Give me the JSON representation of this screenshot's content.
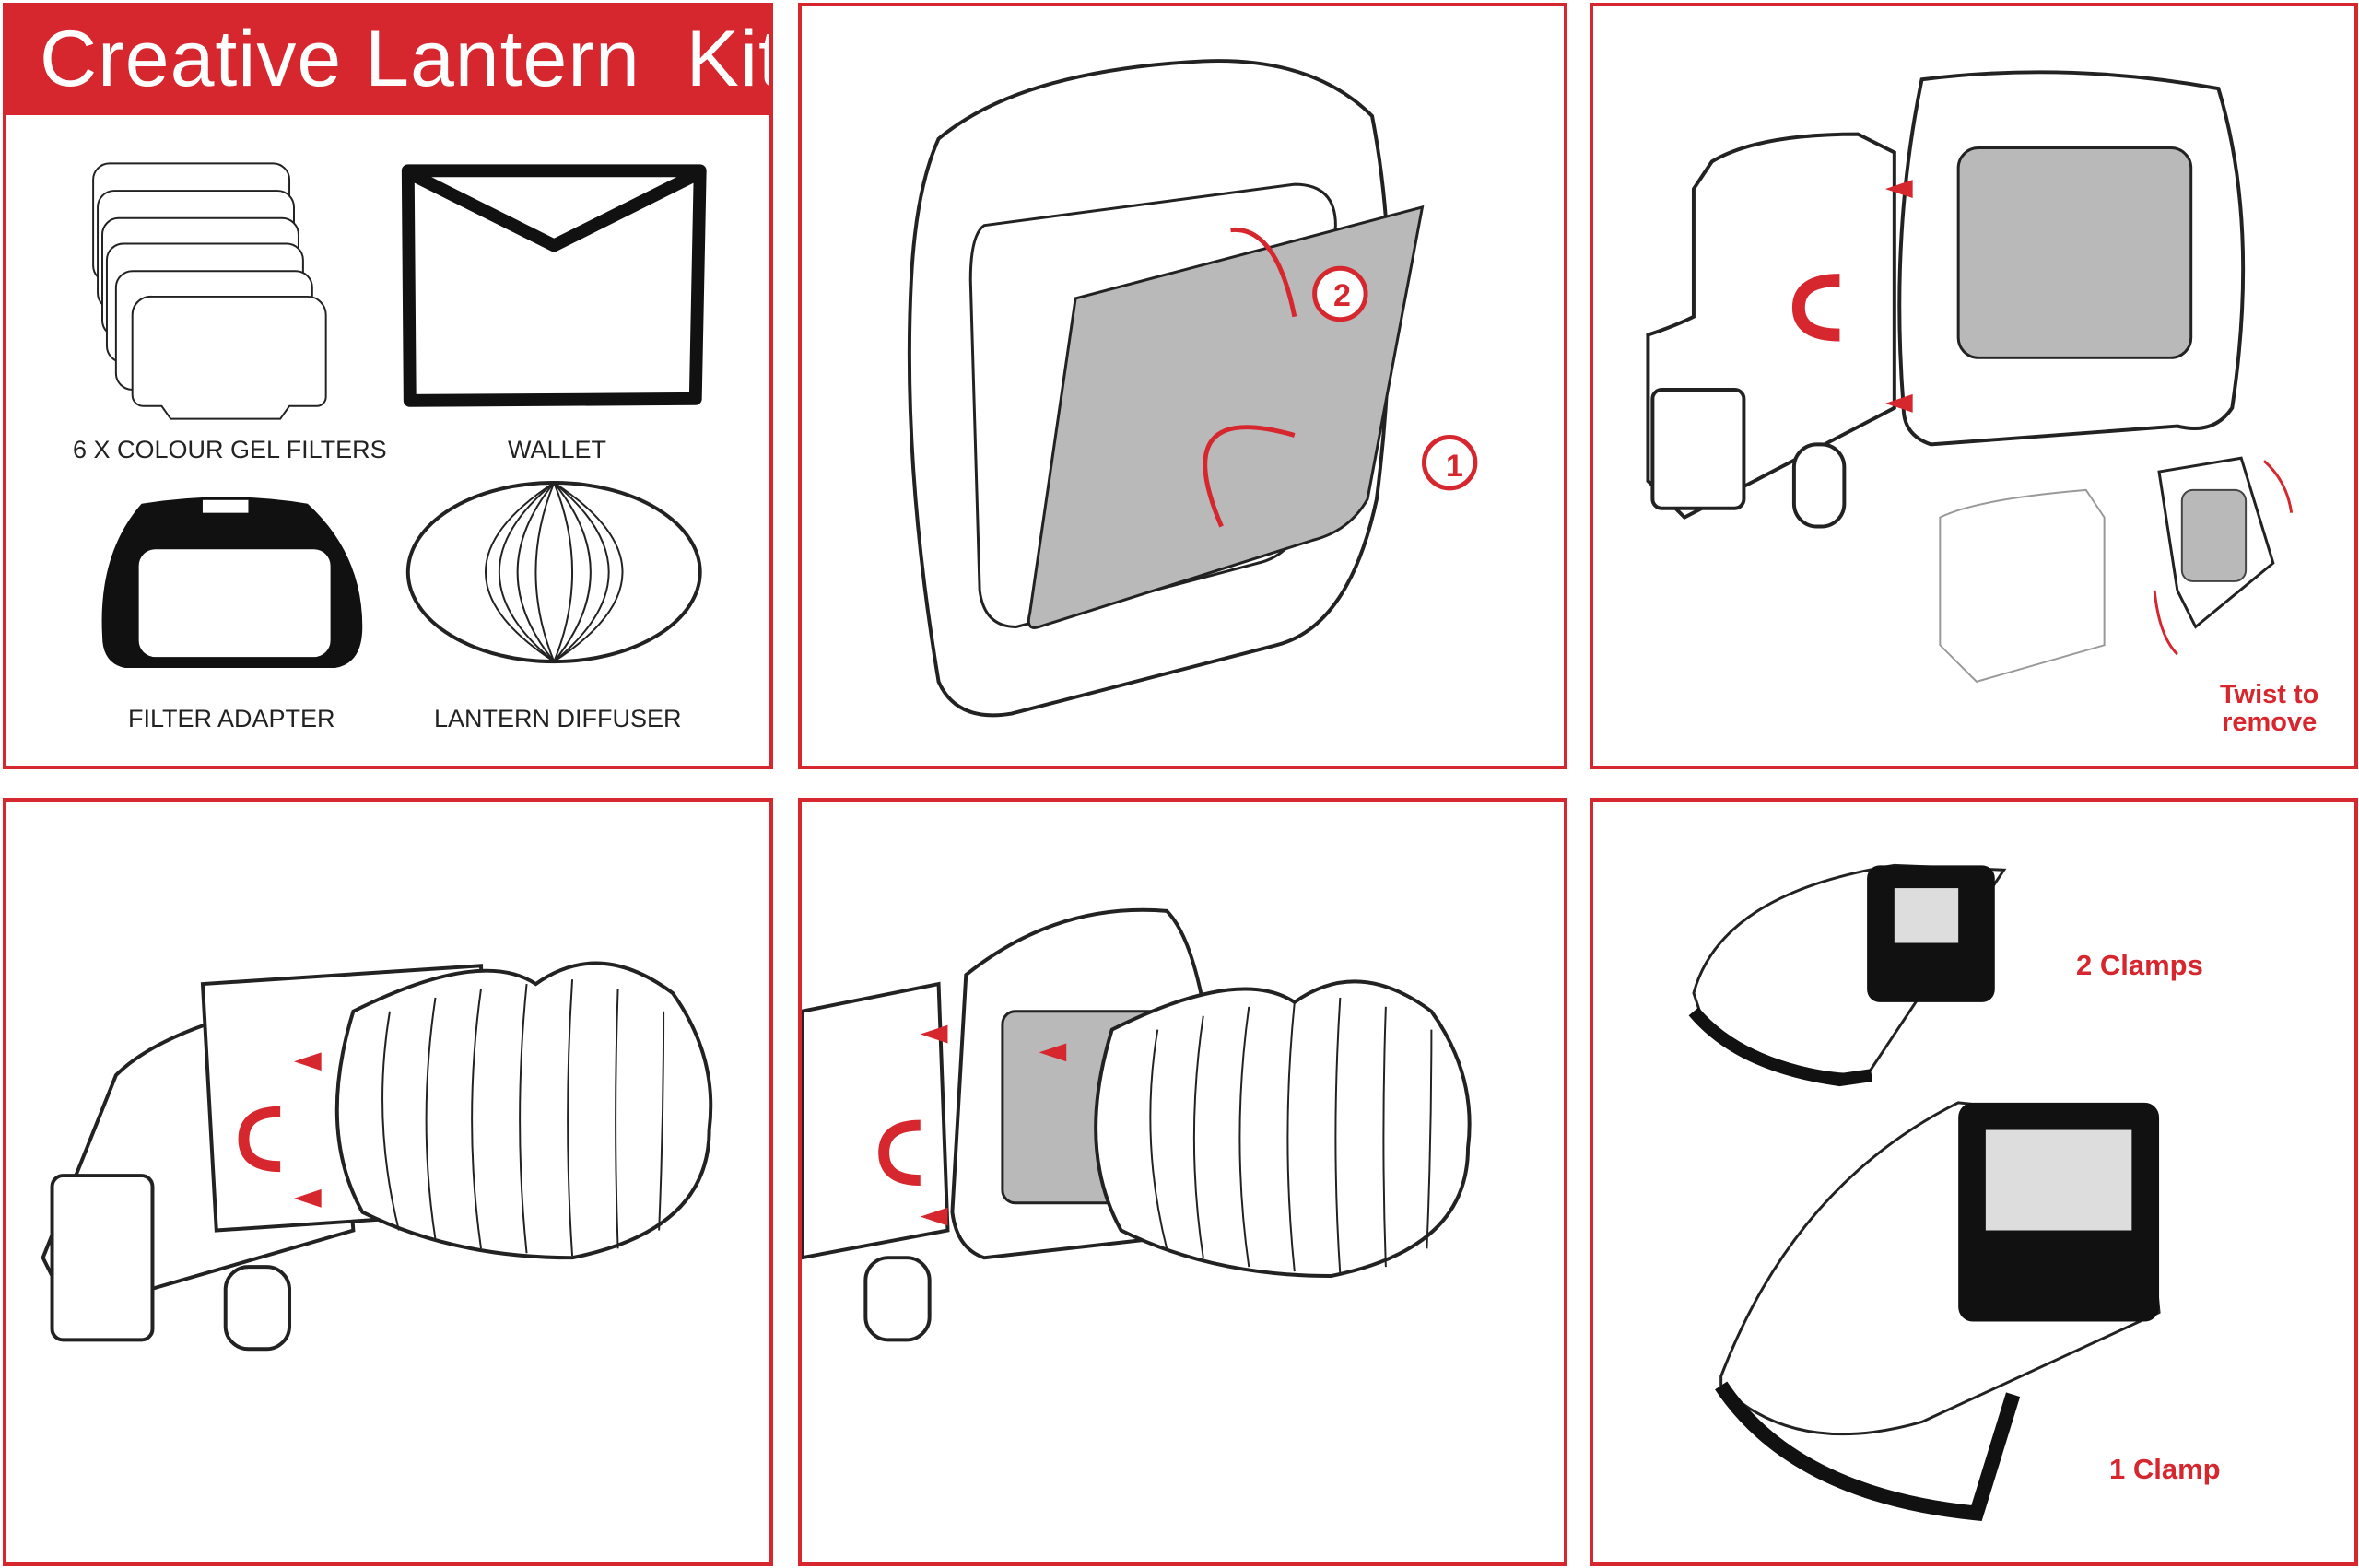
{
  "kit_title": "Creative Lantern  Kit",
  "items": [
    {
      "label": "6 X COLOUR GEL FILTERS"
    },
    {
      "label": "WALLET"
    },
    {
      "label": "FILTER ADAPTER"
    },
    {
      "label": "LANTERN DIFFUSER"
    }
  ],
  "steps": {
    "one": "1",
    "two": "2"
  },
  "twist_line1": "Twist to",
  "twist_line2": "remove",
  "clamps_two": "2 Clamps",
  "clamps_one": "1 Clamp",
  "colors": {
    "accent": "#d6272f",
    "line": "#222222",
    "gel": "#b9b9b9"
  }
}
